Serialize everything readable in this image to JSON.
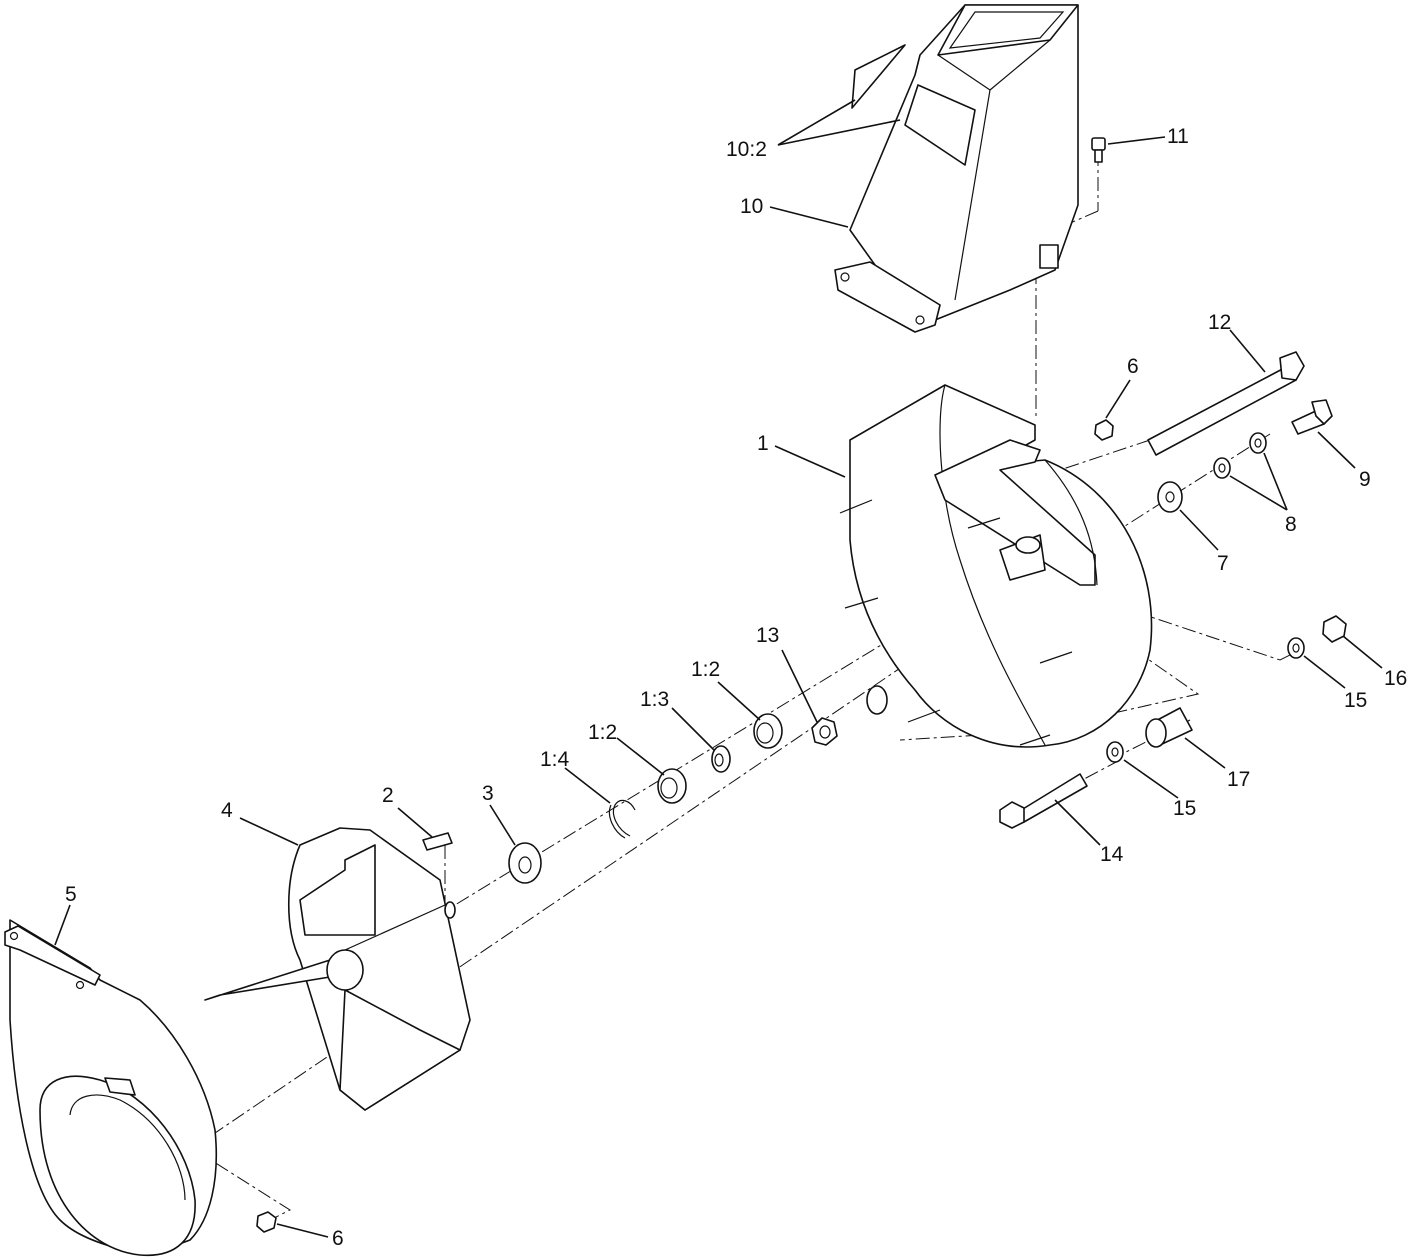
{
  "callouts": {
    "c_10_2": "10:2",
    "c_11": "11",
    "c_10": "10",
    "c_12": "12",
    "c_6_top": "6",
    "c_1": "1",
    "c_9": "9",
    "c_8": "8",
    "c_7": "7",
    "c_13": "13",
    "c_1_2_upper": "1:2",
    "c_1_3": "1:3",
    "c_1_2_lower": "1:2",
    "c_1_4": "1:4",
    "c_2": "2",
    "c_3": "3",
    "c_4": "4",
    "c_5": "5",
    "c_16": "16",
    "c_15_upper": "15",
    "c_17": "17",
    "c_15_lower": "15",
    "c_14": "14",
    "c_6_bottom": "6"
  },
  "parts": {
    "chute": "chute-icon",
    "housing": "blower-housing-icon",
    "impeller": "impeller-icon",
    "cover": "intake-cover-icon"
  }
}
